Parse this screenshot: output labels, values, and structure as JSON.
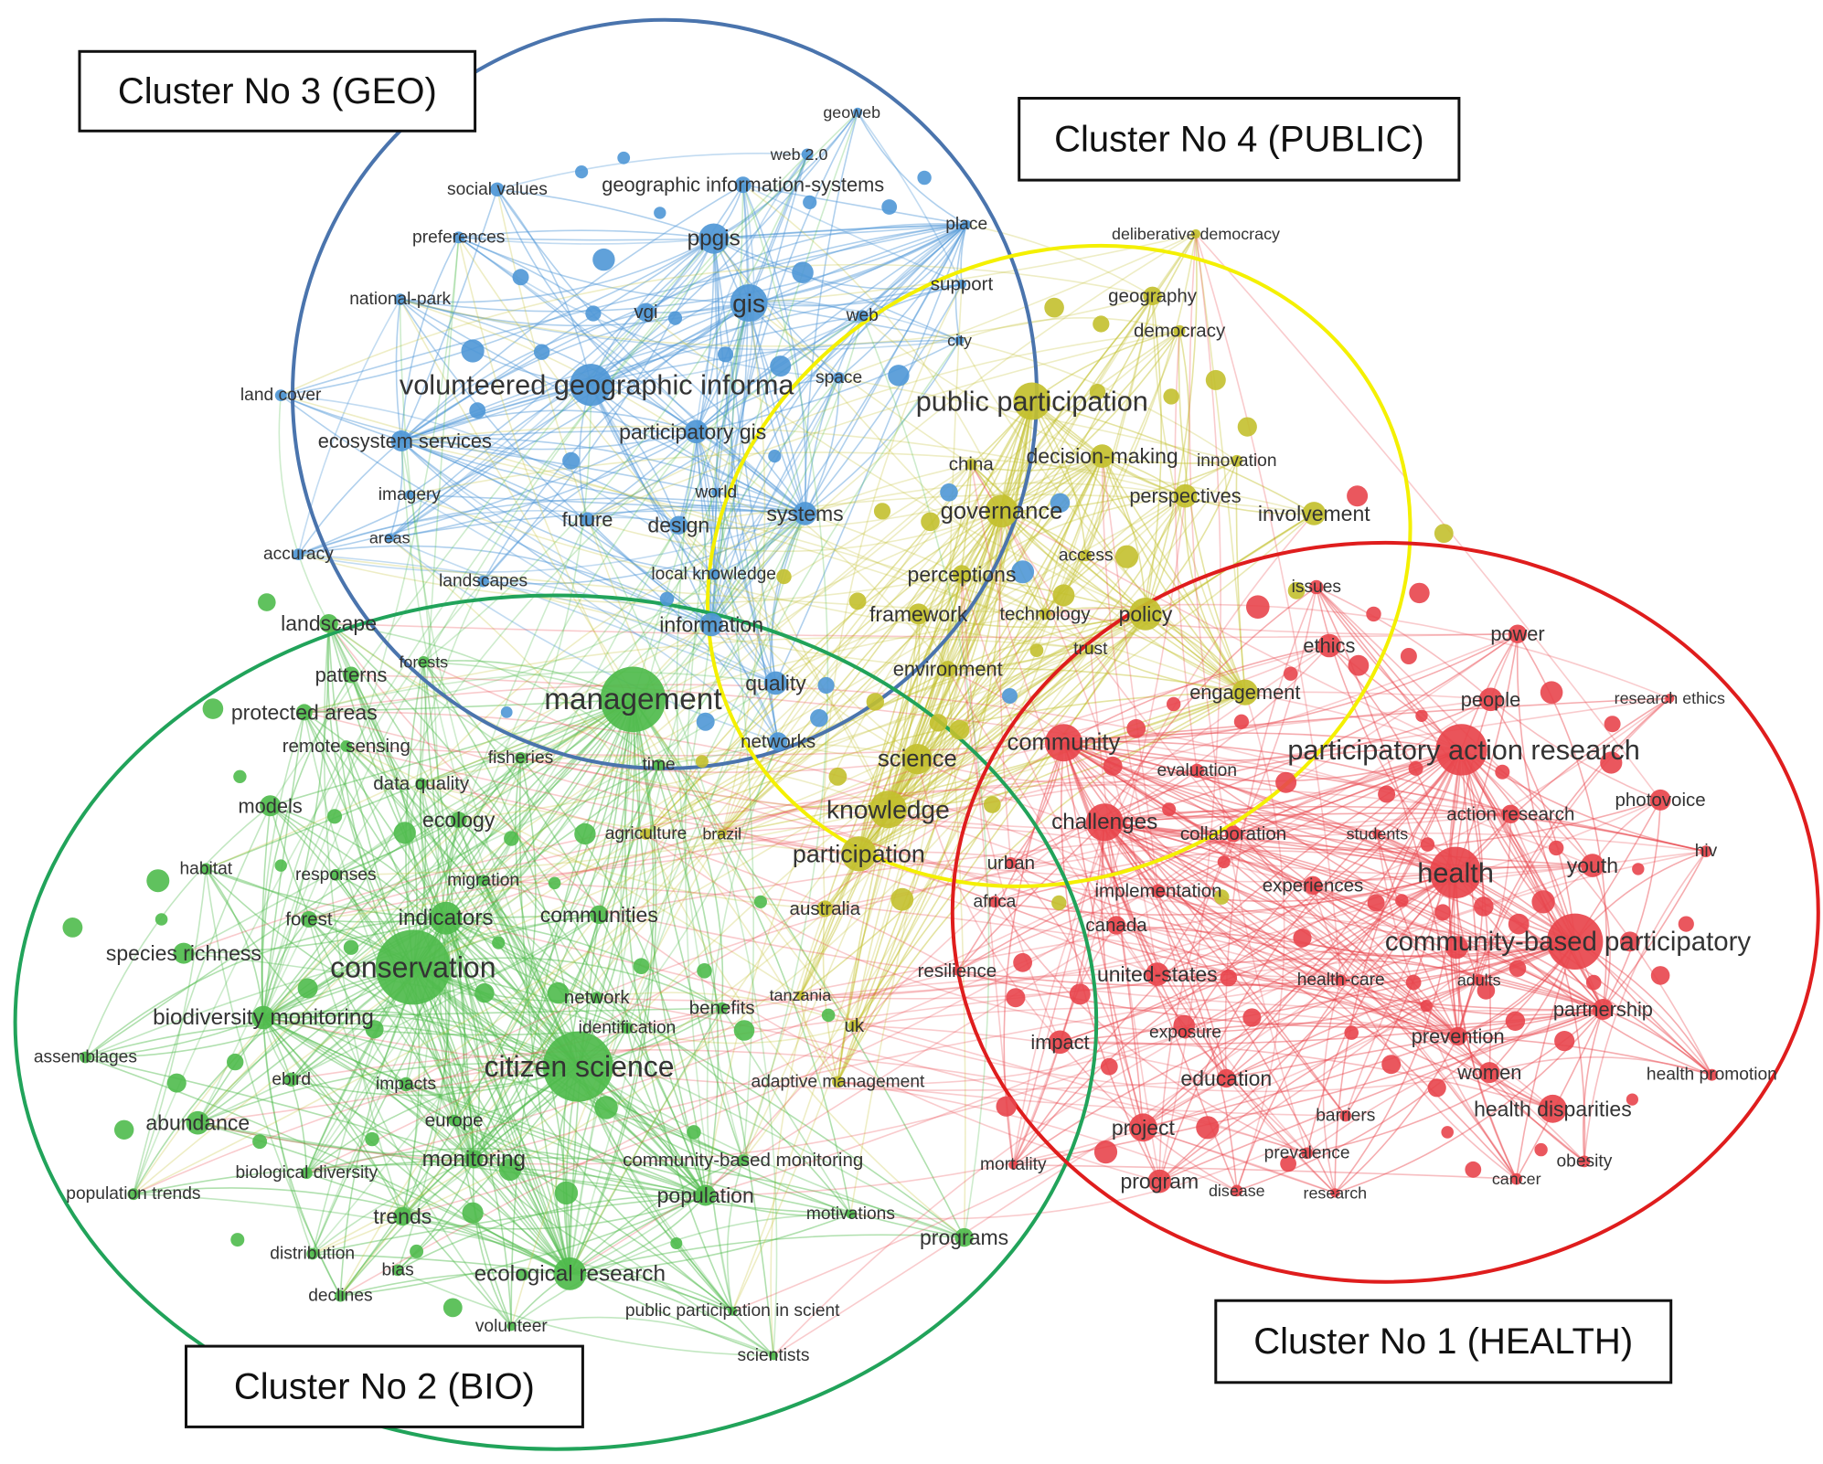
{
  "colors": {
    "health": "#e8454c",
    "bio": "#4fbb4c",
    "geo": "#4f97d6",
    "public": "#c3c02e",
    "geo_ellipse": "#4a74ad",
    "public_ellipse": "#f4f000",
    "bio_ellipse": "#21a35a",
    "health_ellipse": "#df1d1d"
  },
  "cluster_labels": [
    {
      "id": "geo",
      "text": "Cluster No 3 (GEO)"
    },
    {
      "id": "public",
      "text": "Cluster No 4 (PUBLIC)"
    },
    {
      "id": "bio",
      "text": "Cluster No 2 (BIO)"
    },
    {
      "id": "health",
      "text": "Cluster No 1 (HEALTH)"
    }
  ],
  "terms": {
    "geo": [
      "geoweb",
      "web 2.0",
      "social values",
      "geographic information-systems",
      "place",
      "preferences",
      "ppgis",
      "support",
      "national-park",
      "vgi",
      "gis",
      "web",
      "city",
      "land cover",
      "volunteered geographic informa",
      "space",
      "ecosystem services",
      "participatory gis",
      "imagery",
      "world",
      "systems",
      "accuracy",
      "areas",
      "future",
      "design",
      "landscapes",
      "local knowledge",
      "information",
      "quality",
      "networks"
    ],
    "public": [
      "deliberative democracy",
      "geography",
      "democracy",
      "public participation",
      "china",
      "decision-making",
      "innovation",
      "perspectives",
      "governance",
      "involvement",
      "access",
      "perceptions",
      "framework",
      "technology",
      "policy",
      "trust",
      "environment",
      "engagement",
      "science",
      "knowledge",
      "participation",
      "australia",
      "tanzania",
      "uk",
      "adaptive management",
      "agriculture",
      "brazil"
    ],
    "bio": [
      "landscape",
      "forests",
      "patterns",
      "protected areas",
      "management",
      "remote sensing",
      "fisheries",
      "time",
      "data quality",
      "models",
      "ecology",
      "habitat",
      "responses",
      "migration",
      "forest",
      "indicators",
      "communities",
      "species richness",
      "conservation",
      "network",
      "benefits",
      "biodiversity monitoring",
      "identification",
      "assemblages",
      "ebird",
      "impacts",
      "citizen science",
      "abundance",
      "europe",
      "monitoring",
      "community-based monitoring",
      "biological diversity",
      "population trends",
      "population",
      "trends",
      "motivations",
      "programs",
      "distribution",
      "bias",
      "ecological research",
      "declines",
      "public participation in scient",
      "volunteer",
      "scientists"
    ],
    "health": [
      "issues",
      "ethics",
      "power",
      "people",
      "research ethics",
      "community",
      "participatory action research",
      "evaluation",
      "challenges",
      "collaboration",
      "students",
      "action research",
      "photovoice",
      "hiv",
      "urban",
      "health",
      "youth",
      "implementation",
      "experiences",
      "africa",
      "canada",
      "community-based participatory",
      "resilience",
      "united-states",
      "health-care",
      "adults",
      "partnership",
      "exposure",
      "impact",
      "prevention",
      "women",
      "health promotion",
      "education",
      "barriers",
      "health disparities",
      "project",
      "prevalence",
      "obesity",
      "mortality",
      "program",
      "disease",
      "research",
      "cancer"
    ]
  }
}
